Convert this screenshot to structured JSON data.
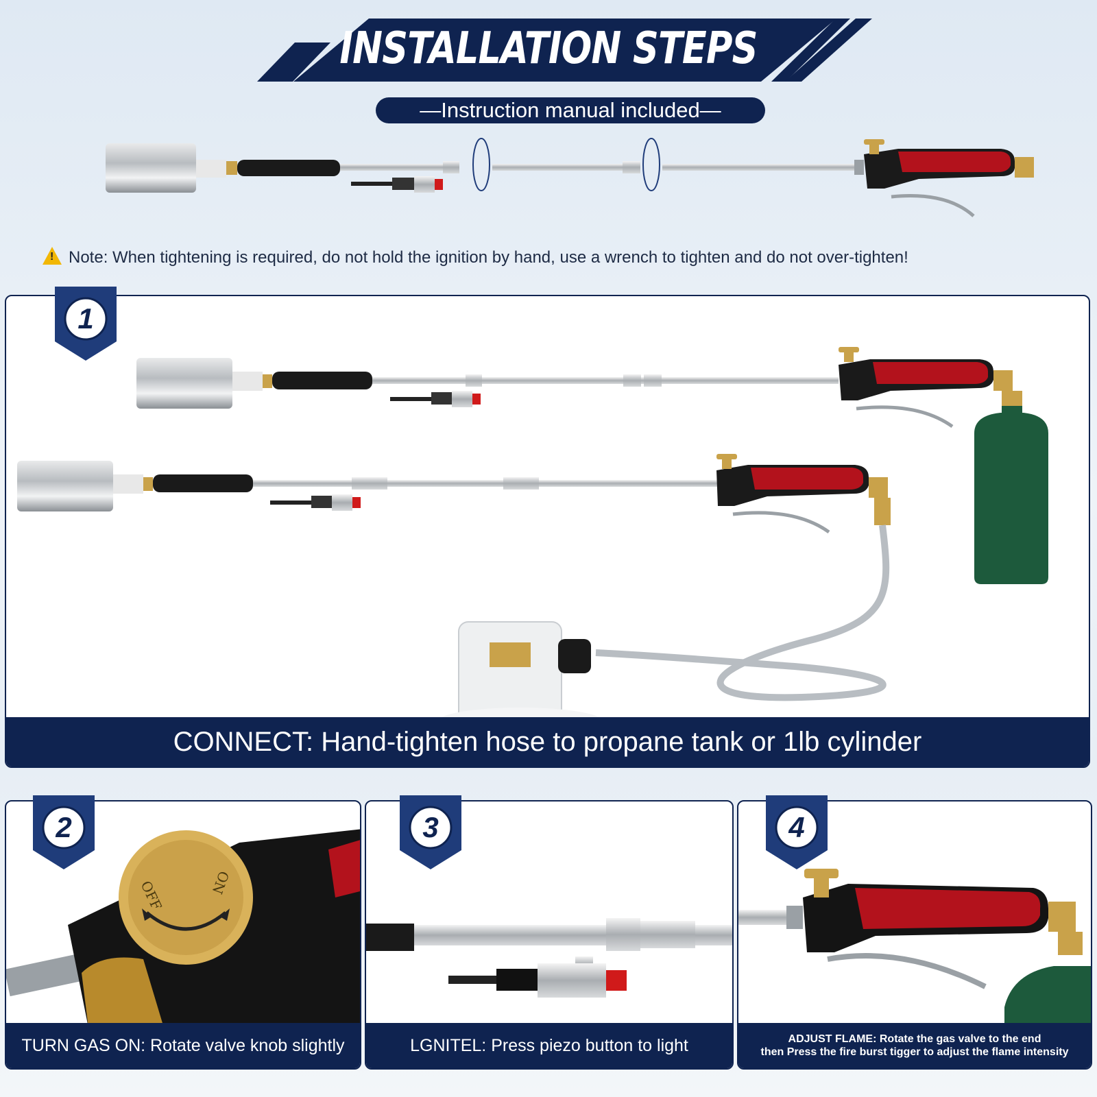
{
  "header": {
    "title": "INSTALLATION STEPS",
    "subtitle": "—Instruction manual included—"
  },
  "note": {
    "icon": "warning-icon",
    "text": "Note: When tightening is required, do not hold the ignition by hand, use a wrench to tighten and do not over-tighten!"
  },
  "steps": [
    {
      "number": "1",
      "caption": "CONNECT: Hand-tighten hose to propane tank or 1lb cylinder"
    },
    {
      "number": "2",
      "caption": "TURN GAS ON: Rotate valve knob slightly",
      "knob_off": "OFF",
      "knob_on": "ON"
    },
    {
      "number": "3",
      "caption": "LGNITEL: Press piezo button to light"
    },
    {
      "number": "4",
      "caption_line1": "ADJUST FLAME: Rotate the gas valve to the end",
      "caption_line2": "then Press the fire burst tigger to adjust the flame intensity"
    }
  ],
  "colors": {
    "navy": "#0f2350",
    "handle_red": "#b3121c",
    "brass": "#c9a24a",
    "cylinder_green": "#1d5a3c"
  }
}
